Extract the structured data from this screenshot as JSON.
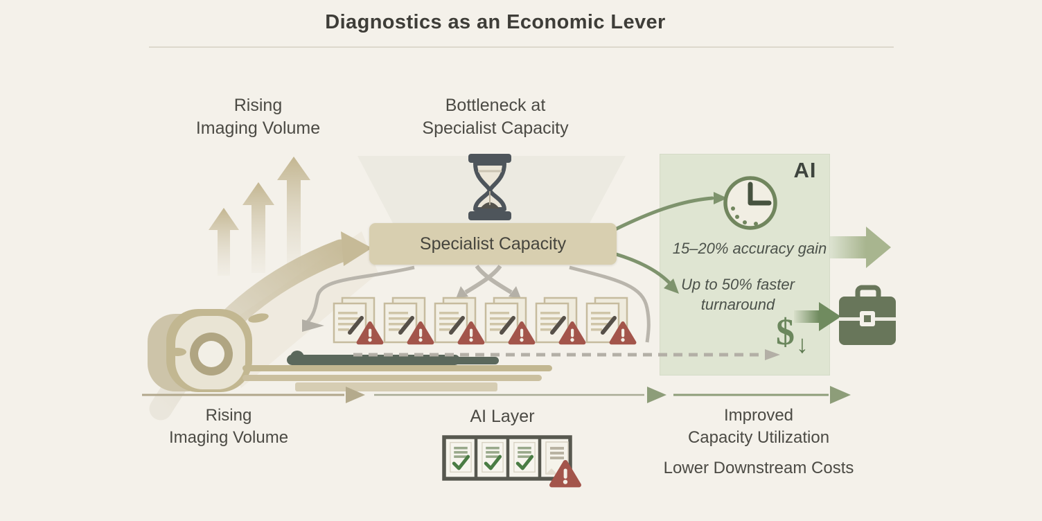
{
  "header": {
    "title": "Diagnostics as an Economic Lever"
  },
  "left": {
    "rising_label": [
      "Rising",
      "Imaging Volume"
    ]
  },
  "center": {
    "bottleneck_label": [
      "Bottleneck at",
      "Specialist Capacity"
    ],
    "specialist_box": "Specialist Capacity"
  },
  "ai_panel": {
    "badge": "AI",
    "accuracy_gain": "15–20% accuracy gain",
    "turnaround": [
      "Up to 50% faster",
      "turnaround"
    ],
    "cost_symbol": "$",
    "cost_down_arrow": "↓"
  },
  "timeline": {
    "stage1_label": [
      "Rising",
      "Imaging Volume"
    ],
    "stage2_label": "AI Layer",
    "stage3_label": [
      "Improved",
      "Capacity Utilization"
    ],
    "stage4_label": "Lower Downstream Costs"
  },
  "colors": {
    "background": "#f4f1ea",
    "text_dark": "#47463f",
    "tan": "#c9bd9c",
    "box_fill": "#d8cfb0",
    "panel_green": "#dfe5d2",
    "arrow_green": "#7e936d",
    "deep_green": "#68765a",
    "warning_red": "#a3554b",
    "slate": "#4e555b"
  }
}
